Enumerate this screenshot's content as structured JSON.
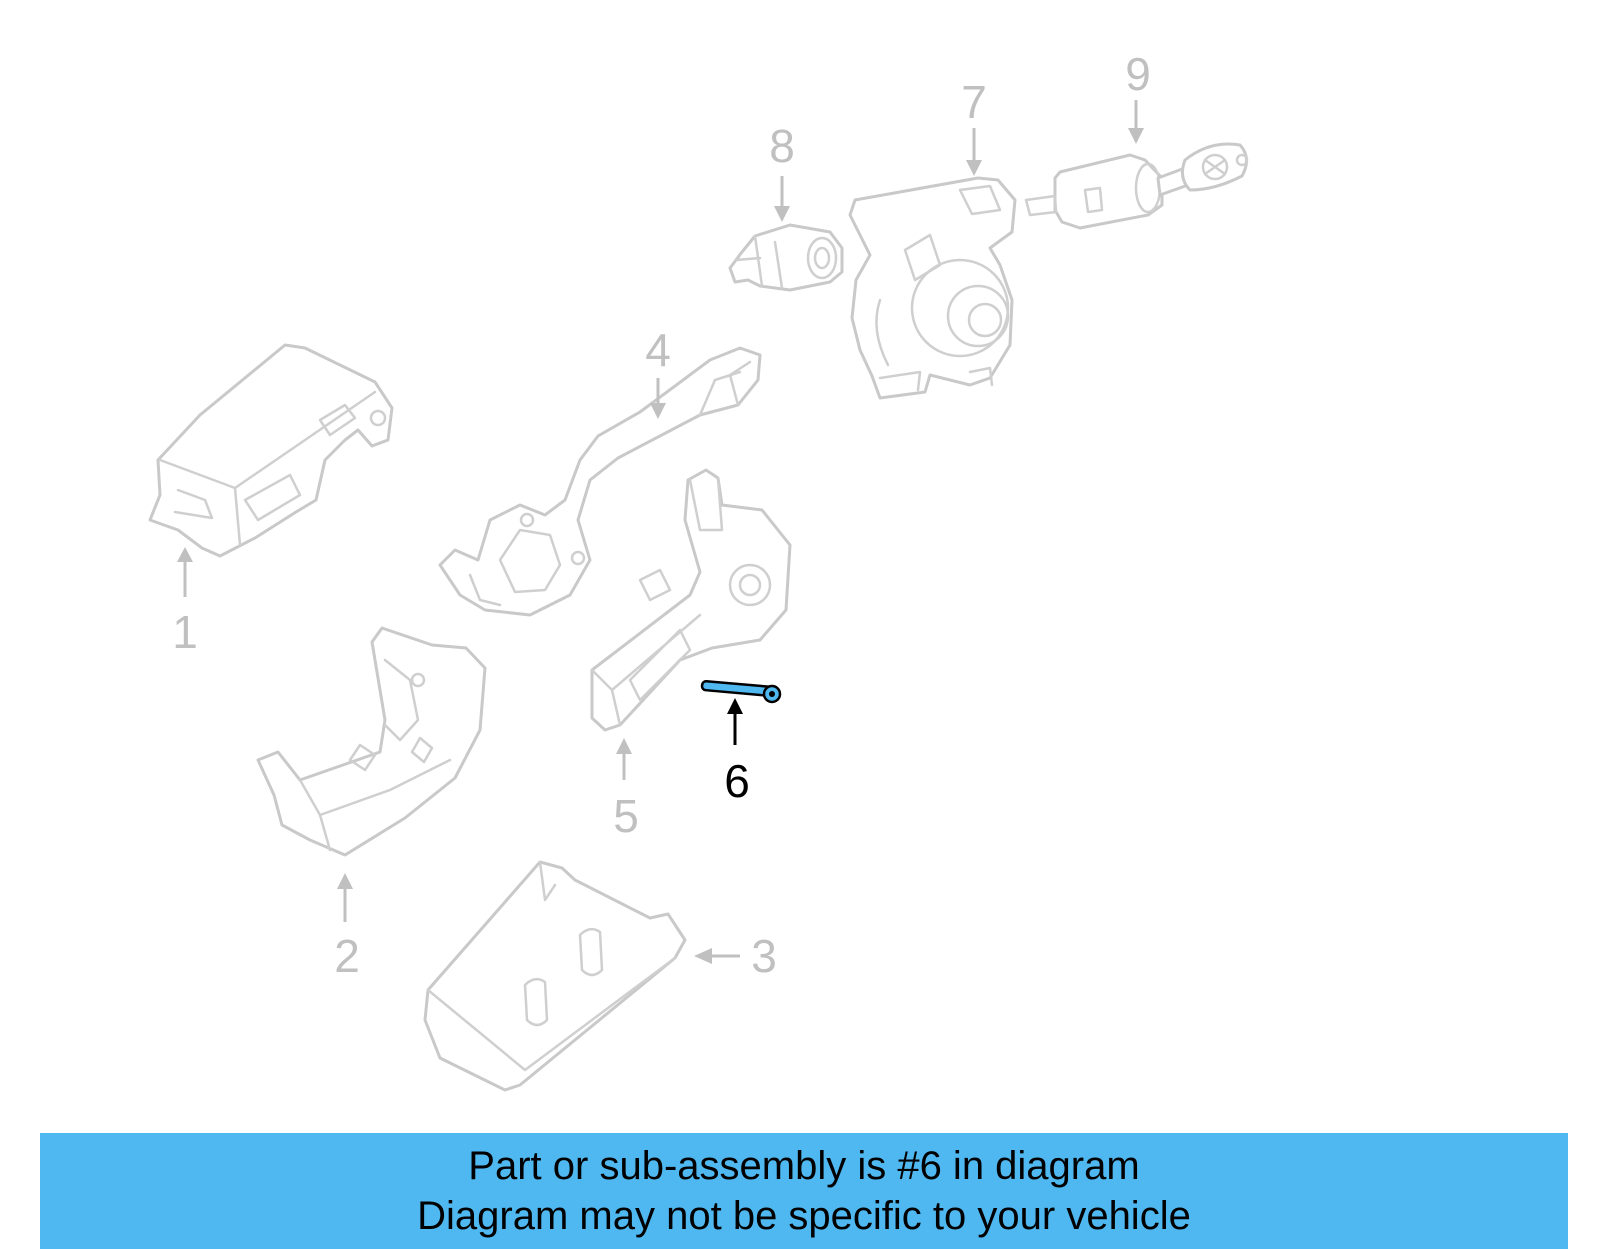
{
  "callouts": [
    {
      "id": "1",
      "label": "1",
      "highlight": false
    },
    {
      "id": "2",
      "label": "2",
      "highlight": false
    },
    {
      "id": "3",
      "label": "3",
      "highlight": false
    },
    {
      "id": "4",
      "label": "4",
      "highlight": false
    },
    {
      "id": "5",
      "label": "5",
      "highlight": false
    },
    {
      "id": "6",
      "label": "6",
      "highlight": true
    },
    {
      "id": "7",
      "label": "7",
      "highlight": false
    },
    {
      "id": "8",
      "label": "8",
      "highlight": false
    },
    {
      "id": "9",
      "label": "9",
      "highlight": false
    }
  ],
  "banner": {
    "line1": "Part or sub-assembly is #6 in diagram",
    "line2": "Diagram may not be specific to your vehicle"
  },
  "colors": {
    "banner_bg": "#4fb8f0",
    "highlight_part": "#4fb8f0",
    "part_outline": "#c9c9c9"
  }
}
